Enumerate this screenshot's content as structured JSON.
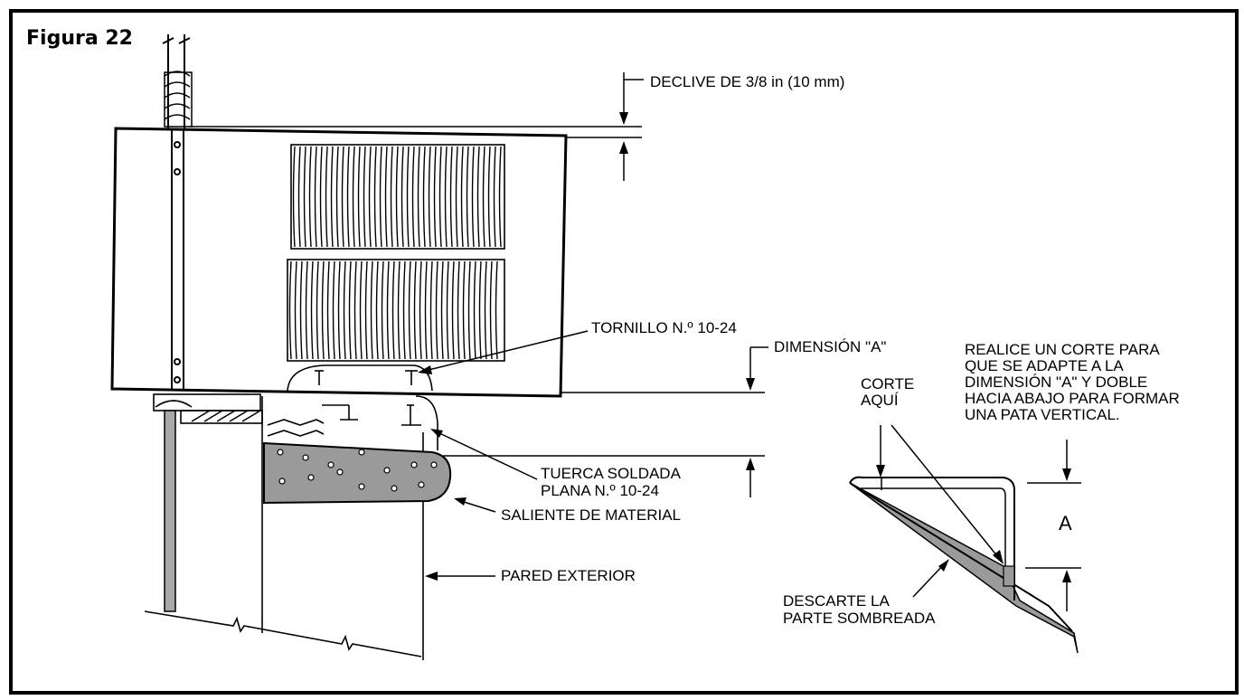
{
  "figure": {
    "title": "Figura 22"
  },
  "labels": {
    "declive": "DECLIVE DE 3/8 in (10 mm)",
    "tornillo": "TORNILLO N.º 10-24",
    "dimension_a": "DIMENSIÓN \"A\"",
    "realice_1": "REALICE UN CORTE PARA",
    "realice_2": "QUE SE ADAPTE A LA",
    "realice_3": "DIMENSIÓN \"A\" Y DOBLE",
    "realice_4": "HACIA ABAJO PARA FORMAR",
    "realice_5": "UNA PATA VERTICAL.",
    "corte_1": "CORTE",
    "corte_2": "AQUÍ",
    "tuerca_1": "TUERCA SOLDADA",
    "tuerca_2": "PLANA N.º 10-24",
    "saliente": "SALIENTE DE MATERIAL",
    "pared": "PARED EXTERIOR",
    "descarte_1": "DESCARTE LA",
    "descarte_2": "PARTE SOMBREADA",
    "a": "A"
  },
  "colors": {
    "line": "#000000",
    "shade": "#9a9a9a",
    "shade_light": "#bdbdbd"
  }
}
